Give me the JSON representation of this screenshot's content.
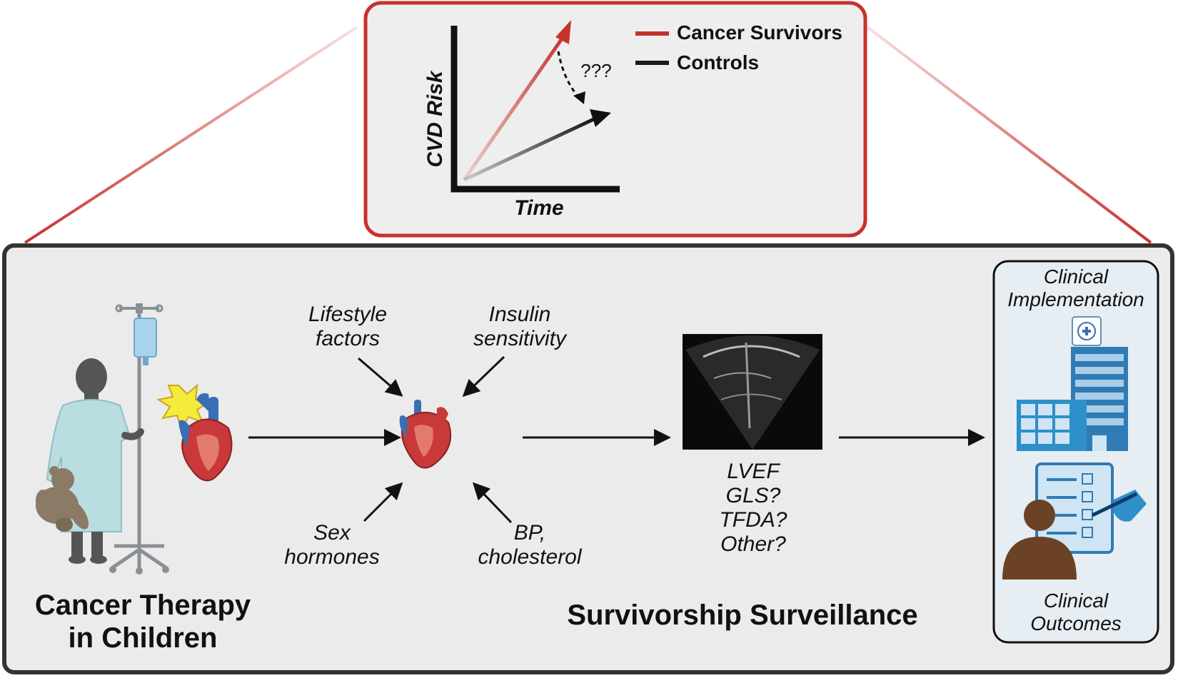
{
  "inset": {
    "ylabel": "CVD Risk",
    "xlabel": "Time",
    "question": "???",
    "legend": [
      {
        "label": "Cancer Survivors",
        "color": "#c8312d"
      },
      {
        "label": "Controls",
        "color": "#1a1a1a"
      }
    ]
  },
  "factors": {
    "top_left": "Lifestyle factors",
    "top_right": "Insulin sensitivity",
    "bottom_left": "Sex hormones",
    "bottom_right": "BP, cholesterol"
  },
  "imaging_metrics": [
    "LVEF",
    "GLS?",
    "TFDA?",
    "Other?"
  ],
  "panels": {
    "therapy_title": [
      "Cancer Therapy",
      "in Children"
    ],
    "surveillance_title": "Survivorship Surveillance",
    "implementation": [
      "Clinical",
      "Implementation"
    ],
    "outcomes": [
      "Clinical",
      "Outcomes"
    ]
  },
  "colors": {
    "frame_red": "#c8312d",
    "panel_bg": "#ebebeb",
    "inset_bg": "#eeeeee",
    "heart_red": "#c9393a",
    "vessel_blue": "#3a6fb5",
    "clinical_blue": "#2f8fc9",
    "skin_brown": "#6b4226"
  },
  "icons": [
    "iv-pole-icon",
    "child-patient-icon",
    "teddy-bear-icon",
    "heart-icon",
    "burst-icon",
    "echocardiogram-image",
    "hospital-building-icon",
    "clipboard-checklist-icon",
    "clinician-avatar-icon"
  ]
}
